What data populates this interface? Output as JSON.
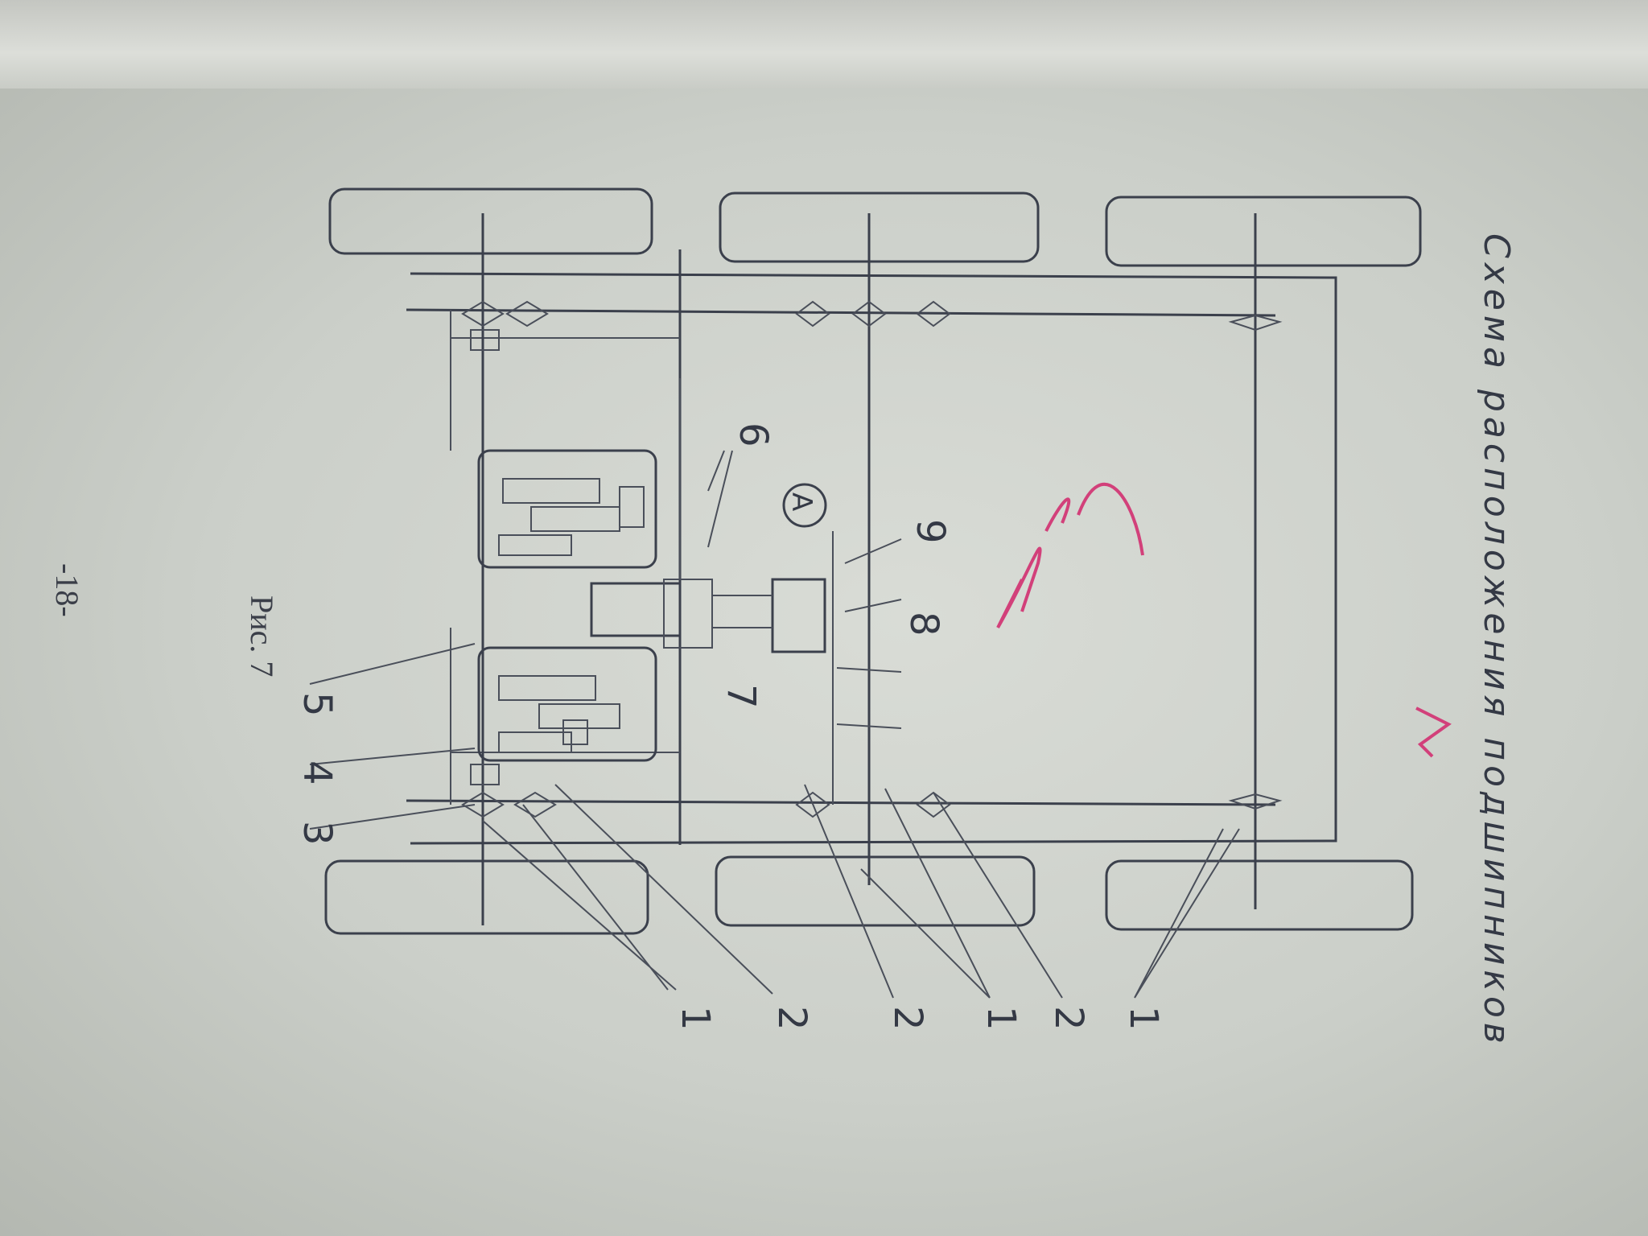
{
  "page": {
    "title": "Схема расположения подшипников",
    "figure_caption": "Рис. 7",
    "page_number": "-18-"
  },
  "diagram": {
    "center_marker": "A",
    "callouts": {
      "bottom": [
        "1",
        "2",
        "2",
        "1",
        "2",
        "1"
      ],
      "left": [
        "3",
        "4",
        "5"
      ],
      "center": [
        "6",
        "7",
        "8",
        "9"
      ]
    }
  },
  "colors": {
    "paper": "#cfd2cc",
    "ink": "#3b404c",
    "red_pencil": "#d2407a"
  }
}
